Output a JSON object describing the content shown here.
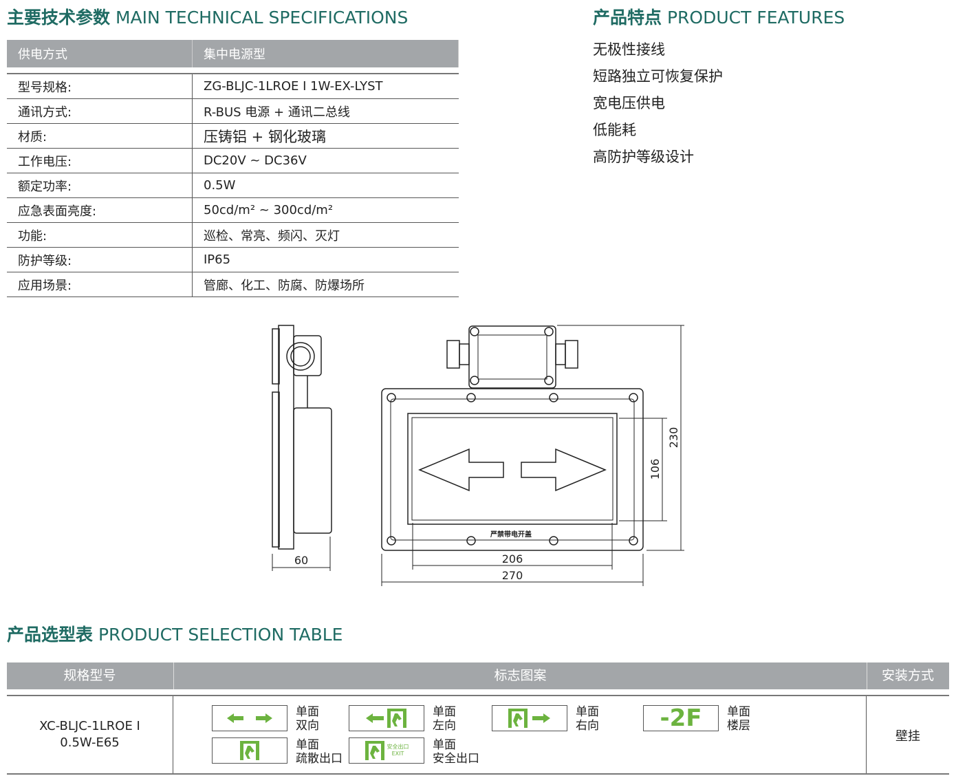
{
  "specs": {
    "title_cn": "主要技术参数",
    "title_en": "MAIN TECHNICAL SPECIFICATIONS",
    "header": [
      "供电方式",
      "集中电源型"
    ],
    "rows": [
      [
        "型号规格:",
        "ZG-BLJC-1LROE Ⅰ 1W-EX-LYST"
      ],
      [
        "通讯方式:",
        "R-BUS 电源 + 通讯二总线"
      ],
      [
        "材质:",
        "压铸铝 + 钢化玻璃"
      ],
      [
        "工作电压:",
        "DC20V ~ DC36V"
      ],
      [
        "额定功率:",
        "0.5W"
      ],
      [
        "应急表面亮度:",
        "50cd/m² ~ 300cd/m²"
      ],
      [
        "功能:",
        "巡检、常亮、频闪、灭灯"
      ],
      [
        "防护等级:",
        "IP65"
      ],
      [
        "应用场景:",
        "管廊、化工、防腐、防爆场所"
      ]
    ]
  },
  "features": {
    "title_cn": "产品特点",
    "title_en": "PRODUCT FEATURES",
    "items": [
      "无极性接线",
      "短路独立可恢复保护",
      "宽电压供电",
      "低能耗",
      "高防护等级设计"
    ]
  },
  "drawing": {
    "dim_depth": "60",
    "dim_window": "206",
    "dim_width": "270",
    "dim_inner_h": "106",
    "dim_height": "230",
    "warning": "严禁带电开盖"
  },
  "selection": {
    "title_cn": "产品选型表",
    "title_en": "PRODUCT SELECTION TABLE",
    "headers": [
      "规格型号",
      "标志图案",
      "安装方式"
    ],
    "model": [
      "XC-BLJC-1LROE Ⅰ",
      "0.5W-E65"
    ],
    "signs": [
      [
        "单面",
        "双向"
      ],
      [
        "单面",
        "左向"
      ],
      [
        "单面",
        "右向"
      ],
      [
        "单面",
        "楼层"
      ],
      [
        "单面",
        "疏散出口"
      ],
      [
        "单面",
        "安全出口"
      ]
    ],
    "floor_text": "-2F",
    "exit_cn": "安全出口",
    "exit_en": "EXIT",
    "mount": "壁挂"
  },
  "colors": {
    "title": "#1f6b63",
    "header": "#a3a6a9",
    "sign": "#6cb33f"
  }
}
